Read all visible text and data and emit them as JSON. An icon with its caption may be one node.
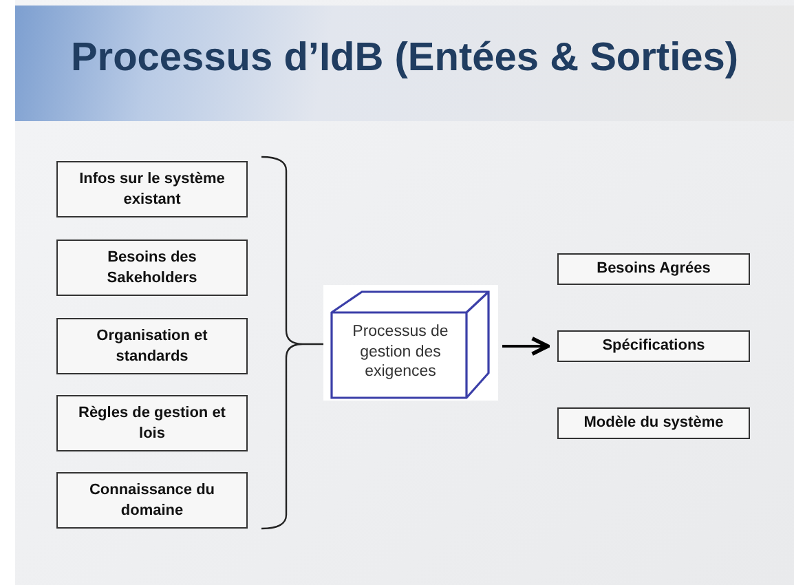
{
  "diagram": {
    "title": "Processus d’IdB (Entées & Sorties)",
    "nodes": [
      {
        "text": [
          "Infos sur le système existant"
        ]
      },
      {
        "text": [
          "Besoins des Sakeholders"
        ]
      },
      {
        "text": [
          "Organisation et standards"
        ]
      },
      {
        "text": [
          "Règles de gestion et lois"
        ]
      },
      {
        "text": [
          "Connaissance du domaine"
        ]
      },
      {
        "text": [
          "Processus de gestion des exigences"
        ]
      },
      {
        "text": [
          "Besoins Agrées"
        ]
      },
      {
        "text": [
          "Spécifications"
        ]
      },
      {
        "text": [
          "Modèle du système"
        ]
      }
    ],
    "edges": [
      {
        "from": 5,
        "to": 7,
        "arrow": "to"
      }
    ]
  }
}
